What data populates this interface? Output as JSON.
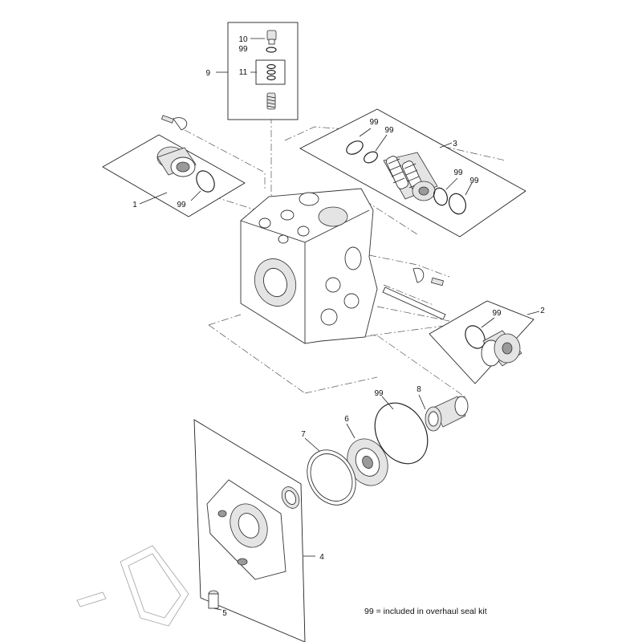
{
  "callouts": {
    "c1": "1",
    "c2": "2",
    "c3": "3",
    "c4": "4",
    "c5": "5",
    "c6": "6",
    "c7": "7",
    "c8": "8",
    "c9": "9",
    "c10": "10",
    "c11": "11",
    "c99": "99"
  },
  "footnote": "99 = included in overhaul seal kit"
}
